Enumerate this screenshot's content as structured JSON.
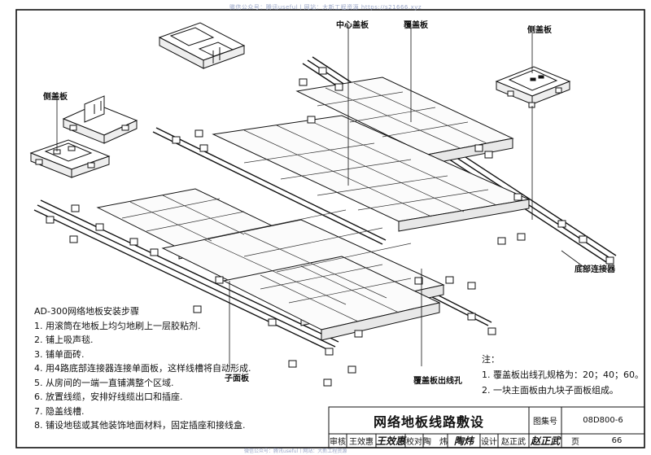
{
  "watermark_top": "微信公众号：腾讯useful丨网站：大新工程资源 https://s21666.xyz",
  "watermark_bottom": "微信公众号：腾讯useful丨网站：大新工程资源",
  "labels": {
    "center_cover": "中心盖板",
    "cover_plate": "覆盖板",
    "side_cover_right": "侧盖板",
    "side_cover_left": "侧盖板",
    "baseboard_connector": "底部连接器",
    "sub_panel": "子面板",
    "cover_outlet": "覆盖板出线孔"
  },
  "steps": {
    "title": "AD-300网络地板安装步骤",
    "items": [
      "1. 用滚筒在地板上均匀地刷上一层胶粘剂.",
      "2. 铺上吸声毯.",
      "3. 铺单面砖.",
      "4. 用4路底部连接器连接单面板，这样线槽将自动形成.",
      "5. 从房间的一端一直铺满整个区域.",
      "6. 放置线缆，安排好线缆出口和插座.",
      "7. 隐盖线槽.",
      "8. 铺设地毯或其他装饰地面材料，固定插座和接线盒."
    ]
  },
  "notes": {
    "title": "注：",
    "items": [
      "1. 覆盖板出线孔规格为：20；40；60。",
      "2. 一块主面板由九块子面板组成。"
    ]
  },
  "title_block": {
    "title": "网络地板线路敷设",
    "atlas_label": "图集号",
    "atlas_no": "08D800-6",
    "review_label": "审核",
    "review_name": "王效惠",
    "review_sig": "王效惠",
    "check_label": "校对",
    "check_name": "陶　炜",
    "check_sig": "陶炜",
    "design_label": "设计",
    "design_name": "赵正武",
    "design_sig": "赵正武",
    "page_label": "页",
    "page_no": "66"
  }
}
